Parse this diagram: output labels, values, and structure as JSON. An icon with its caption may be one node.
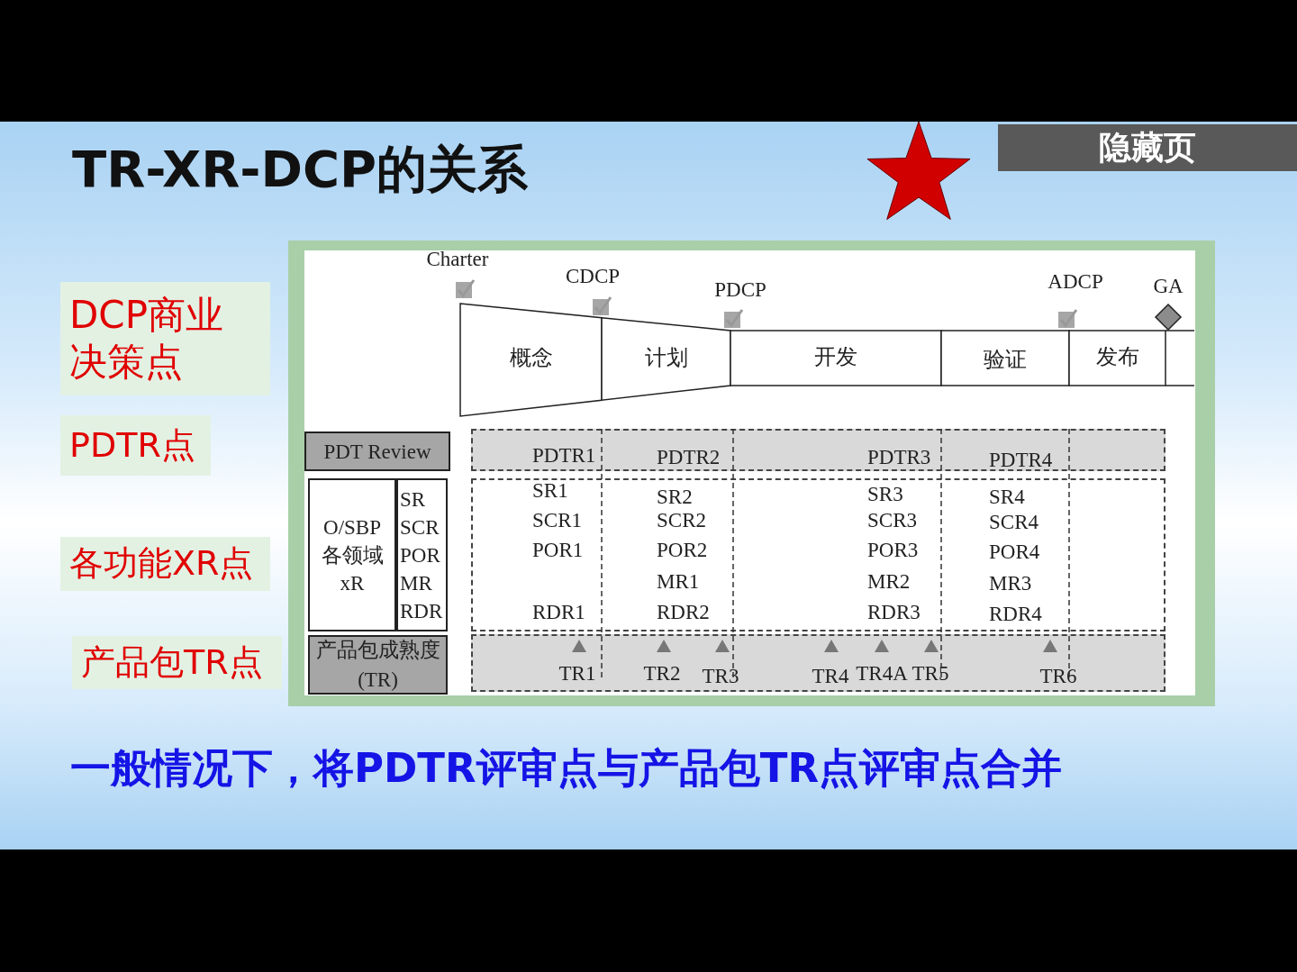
{
  "diagram": {
    "title": "TR-XR-DCP的关系",
    "nodes": [
      {
        "text": [
          "DCP商业决策点"
        ]
      },
      {
        "text": [
          "PDTR点"
        ]
      },
      {
        "text": [
          "各功能XR点"
        ]
      },
      {
        "text": [
          "产品包TR点"
        ]
      },
      {
        "text": [
          "概念"
        ]
      },
      {
        "text": [
          "计划"
        ]
      },
      {
        "text": [
          "开发"
        ]
      },
      {
        "text": [
          "验证"
        ]
      },
      {
        "text": [
          "发布"
        ]
      },
      {
        "text": [
          "PDT Review"
        ]
      },
      {
        "text": [
          "O/SBP 各领域 xR"
        ]
      },
      {
        "text": [
          "SR SCR POR MR RDR"
        ]
      },
      {
        "text": [
          "产品包成熟度 (TR)"
        ]
      },
      {
        "text": [
          "PDTR1",
          "PDTR2",
          "PDTR3",
          "PDTR4"
        ]
      },
      {
        "text": [
          "SR1",
          "SCR1",
          "POR1",
          "RDR1",
          "SR2",
          "SCR2",
          "POR2",
          "MR1",
          "RDR2",
          "SR3",
          "SCR3",
          "POR3",
          "MR2",
          "RDR3",
          "SR4",
          "SCR4",
          "POR4",
          "MR3",
          "RDR4"
        ]
      },
      {
        "text": [
          "TR1",
          "TR2",
          "TR3",
          "TR4",
          "TR4A",
          "TR5",
          "TR6"
        ]
      }
    ],
    "edges": [],
    "labels": [
      "隐藏页",
      "Charter",
      "CDCP",
      "PDCP",
      "ADCP",
      "GA",
      "一般情况下，将PDTR评审点与产品包TR点评审点合并"
    ]
  }
}
